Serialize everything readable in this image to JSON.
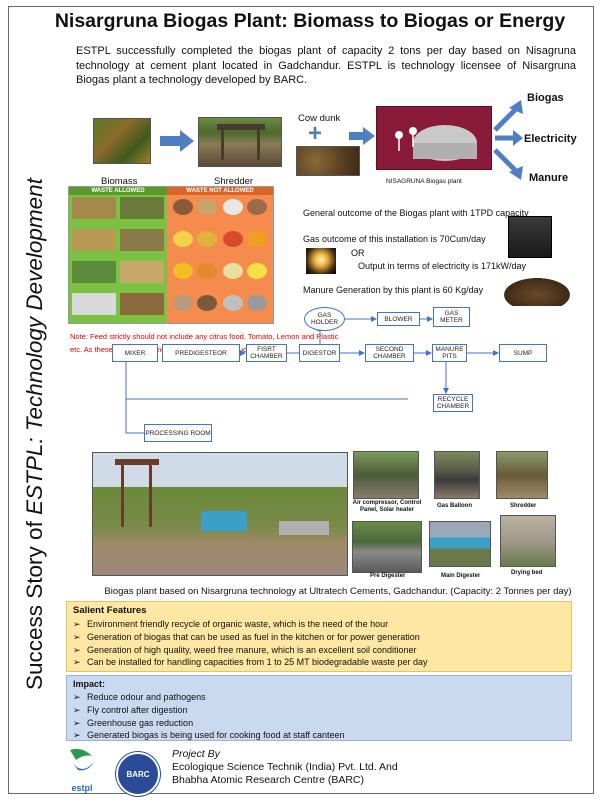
{
  "title": "Nisargruna Biogas Plant: Biomass to Biogas or Energy",
  "intro": "ESTPL successfully completed the biogas plant of capacity 2 tons per day based on Nisagruna technology at cement plant located in Gadchandur. ESTPL is technology licensee of  Nisargruna Biogas plant a technology developed by BARC.",
  "vertical_title": {
    "prefix": "Success Story of ",
    "emph": "ESTPL: Technology Development"
  },
  "process": {
    "biomass_label": "Biomass",
    "shredder_label": "Shredder",
    "cow_dung_label": "Cow dunk",
    "plant_caption": "NISAGRUNA Biogas plant",
    "outputs": [
      "Biogas",
      "Electricity",
      "Manure"
    ]
  },
  "waste_chart": {
    "allowed_title": "WASTE ALLOWED",
    "not_allowed_title": "WASTE NOT ALLOWED",
    "colors": {
      "allowed": "#7cc242",
      "not_allowed": "#f58b4c"
    }
  },
  "outcomes": {
    "general": "General outcome of the Biogas plant with 1TPD capacity",
    "gas": "Gas outcome of this installation is 70Cum/day",
    "or": "OR",
    "electricity": "Output in terms of electricity is 171kW/day",
    "manure": "Manure Generation by this plant is 60 Kg/day"
  },
  "note": "Note: Feed strictly should not include any citrus food, Tomato, Lemon and Plastic etc. As these Products demolished the biogas production",
  "flow": {
    "gas_holder": "GAS HOLDER",
    "blower": "BLOWER",
    "gas_meter": "GAS METER",
    "mixer": "MIXER",
    "predigester": "PREDIGESTEOR",
    "first_chamber": "FISRT CHAMBER",
    "digestor": "DIGESTOR",
    "second_chamber": "SECOND CHAMBER",
    "manure_pits": "MANURE PITS",
    "sump": "SUMP",
    "recycle_chamber": "RECYCLE CHAMBER",
    "processing_room": "PROCESSING ROOM"
  },
  "photos": {
    "compressor": "Air compressor, Control Panel, Solar heater",
    "balloon": "Gas Balloon",
    "shredder": "Shredder",
    "pre_digester": "Pre Digester",
    "main_digester": "Main Digester",
    "drying_bed": "Drying bed"
  },
  "caption": "Biogas plant based on Nisargruna technology at Ultratech Cements, Gadchandur. (Capacity: 2 Tonnes per day)",
  "salient": {
    "heading": "Salient Features",
    "items": [
      "Environment friendly recycle of organic waste, which is the need of the hour",
      "Generation of biogas that can be used as fuel in the kitchen or for power generation",
      "Generation of high quality, weed free manure, which is an excellent soil conditioner",
      "Can be installed for handling capacities from 1 to 25 MT biodegradable waste per day"
    ]
  },
  "impact": {
    "heading": "Impact:",
    "items": [
      "Reduce odour and pathogens",
      "Fly control after digestion",
      "Greenhouse gas reduction",
      "Generated biogas is being used for cooking food at staff canteen"
    ]
  },
  "footer": {
    "project_by": "Project By",
    "line1": "Ecologique Science Technik (India) Pvt. Ltd. And",
    "line2": "Bhabha Atomic Research Centre (BARC)",
    "estpl_logo": "estpl",
    "barc_logo": "BARC"
  }
}
